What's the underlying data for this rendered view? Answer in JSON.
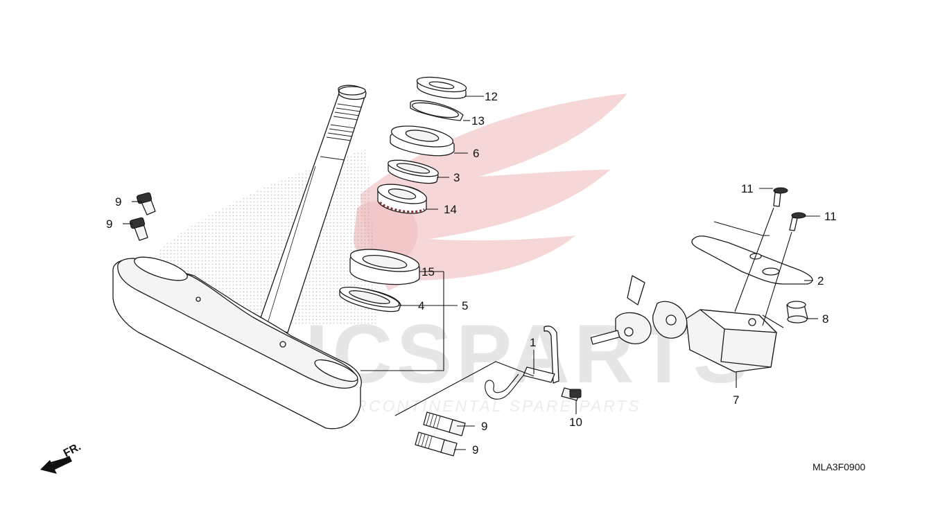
{
  "diagram": {
    "code": "MLA3F0900",
    "direction_label": "FR.",
    "watermark": {
      "brand": "ICSPARTS",
      "tagline": "INTERCONTINENTAL SPARE PARTS"
    },
    "callouts": {
      "c1": "1",
      "c2": "2",
      "c3": "3",
      "c4": "4",
      "c5": "5",
      "c6": "6",
      "c7": "7",
      "c8": "8",
      "c9a": "9",
      "c9b": "9",
      "c9c": "9",
      "c9d": "9",
      "c10": "10",
      "c11a": "11",
      "c11b": "11",
      "c12": "12",
      "c13": "13",
      "c14": "14",
      "c15": "15"
    },
    "colors": {
      "watermark_red": "#e8a0a0",
      "line": "#1a1a1a"
    }
  }
}
